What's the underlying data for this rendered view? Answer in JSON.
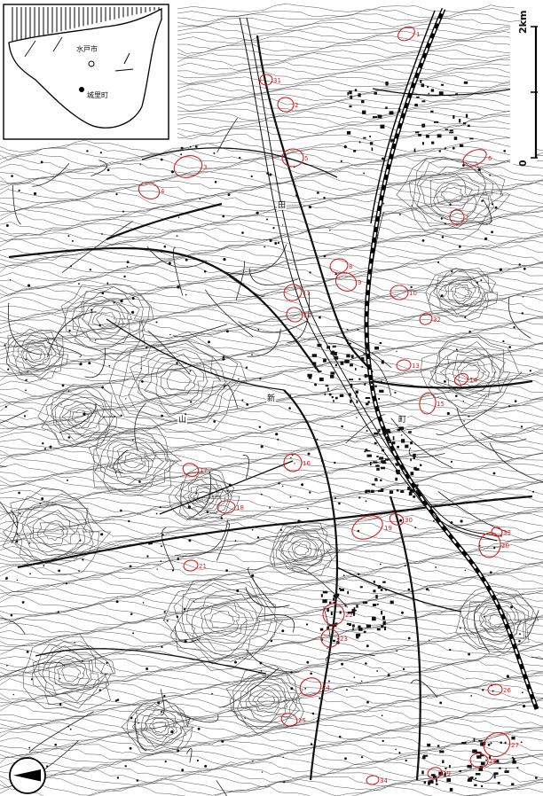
{
  "inset": {
    "city_label": "水戸市",
    "town_label": "城里町"
  },
  "scale_bar": {
    "label": "2km",
    "zero_label": "0"
  },
  "place_labels": [
    {
      "id": "label-a",
      "text": "田"
    },
    {
      "id": "label-b",
      "text": "町"
    },
    {
      "id": "label-c",
      "text": "新"
    },
    {
      "id": "label-d",
      "text": "山"
    }
  ],
  "sites": [
    {
      "num": "1"
    },
    {
      "num": "2"
    },
    {
      "num": "3"
    },
    {
      "num": "4"
    },
    {
      "num": "5"
    },
    {
      "num": "6"
    },
    {
      "num": "7"
    },
    {
      "num": "8"
    },
    {
      "num": "9"
    },
    {
      "num": "10"
    },
    {
      "num": "11"
    },
    {
      "num": "12"
    },
    {
      "num": "13"
    },
    {
      "num": "14"
    },
    {
      "num": "15"
    },
    {
      "num": "16"
    },
    {
      "num": "17"
    },
    {
      "num": "18"
    },
    {
      "num": "19"
    },
    {
      "num": "20"
    },
    {
      "num": "21"
    },
    {
      "num": "22"
    },
    {
      "num": "23"
    },
    {
      "num": "24"
    },
    {
      "num": "25"
    },
    {
      "num": "26"
    },
    {
      "num": "27"
    },
    {
      "num": "28"
    },
    {
      "num": "29"
    },
    {
      "num": "30"
    },
    {
      "num": "31"
    },
    {
      "num": "32"
    },
    {
      "num": "33"
    },
    {
      "num": "34"
    }
  ],
  "colors": {
    "site_outline": "#d42020",
    "ink": "#111111"
  },
  "north_arrow_icon": "north-arrow-icon"
}
